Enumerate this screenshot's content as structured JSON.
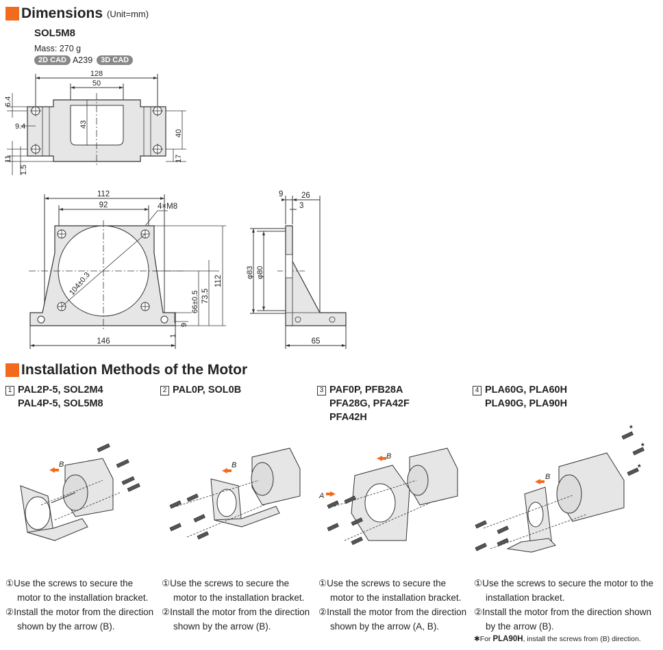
{
  "dimensions": {
    "title": "Dimensions",
    "unit": "(Unit=mm)",
    "model": "SOL5M8",
    "mass": "Mass: 270 g",
    "cad2d_label": "2D CAD",
    "cad2d_ref": "A239",
    "cad3d_label": "3D CAD",
    "top_view": {
      "dims": [
        "128",
        "50",
        "6.4",
        "9.4",
        "43",
        "40",
        "11",
        "1.5",
        "17"
      ]
    },
    "front_view": {
      "dims": [
        "112",
        "92",
        "4×M8",
        "104±0.3",
        "66±0.5",
        "73.5",
        "112",
        "1",
        "9",
        "146"
      ]
    },
    "side_view": {
      "dims": [
        "9",
        "26",
        "3",
        "φ83",
        "φ80",
        "65"
      ]
    }
  },
  "installation": {
    "title": "Installation Methods of the Motor",
    "methods": [
      {
        "num": "1",
        "models": [
          "PAL2P-5, SOL2M4",
          "PAL4P-5, SOL5M8"
        ],
        "arrow_labels": [
          "B"
        ],
        "notes": [
          "①Use the screws to secure the",
          "motor to the installation bracket.",
          "②Install the motor from the direction",
          "shown by the arrow (B)."
        ]
      },
      {
        "num": "2",
        "models": [
          "PAL0P, SOL0B"
        ],
        "arrow_labels": [
          "B"
        ],
        "notes": [
          "①Use the screws to secure the",
          "motor to the installation bracket.",
          "②Install the motor from the direction",
          "shown by the arrow (B)."
        ]
      },
      {
        "num": "3",
        "models": [
          "PAF0P, PFB28A",
          "PFA28G, PFA42F",
          "PFA42H"
        ],
        "arrow_labels": [
          "A",
          "B"
        ],
        "notes": [
          "①Use the screws to secure the",
          "motor to the installation bracket.",
          "②Install the motor from the direction",
          "shown by the arrow (A, B)."
        ]
      },
      {
        "num": "4",
        "models": [
          "PLA60G, PLA60H",
          "PLA90G, PLA90H"
        ],
        "arrow_labels": [
          "B",
          "*",
          "*",
          "*"
        ],
        "notes": [
          "①Use the screws to secure the motor to the",
          "installation bracket.",
          "②Install the motor from the direction shown",
          "by the arrow (B)."
        ]
      }
    ],
    "footnote_mark": "✱For ",
    "footnote_bold": "PLA90H",
    "footnote_text": ", install the screws from (B) direction."
  },
  "colors": {
    "accent": "#f26b1d",
    "part_fill": "#e6e6e6",
    "line": "#333333"
  }
}
